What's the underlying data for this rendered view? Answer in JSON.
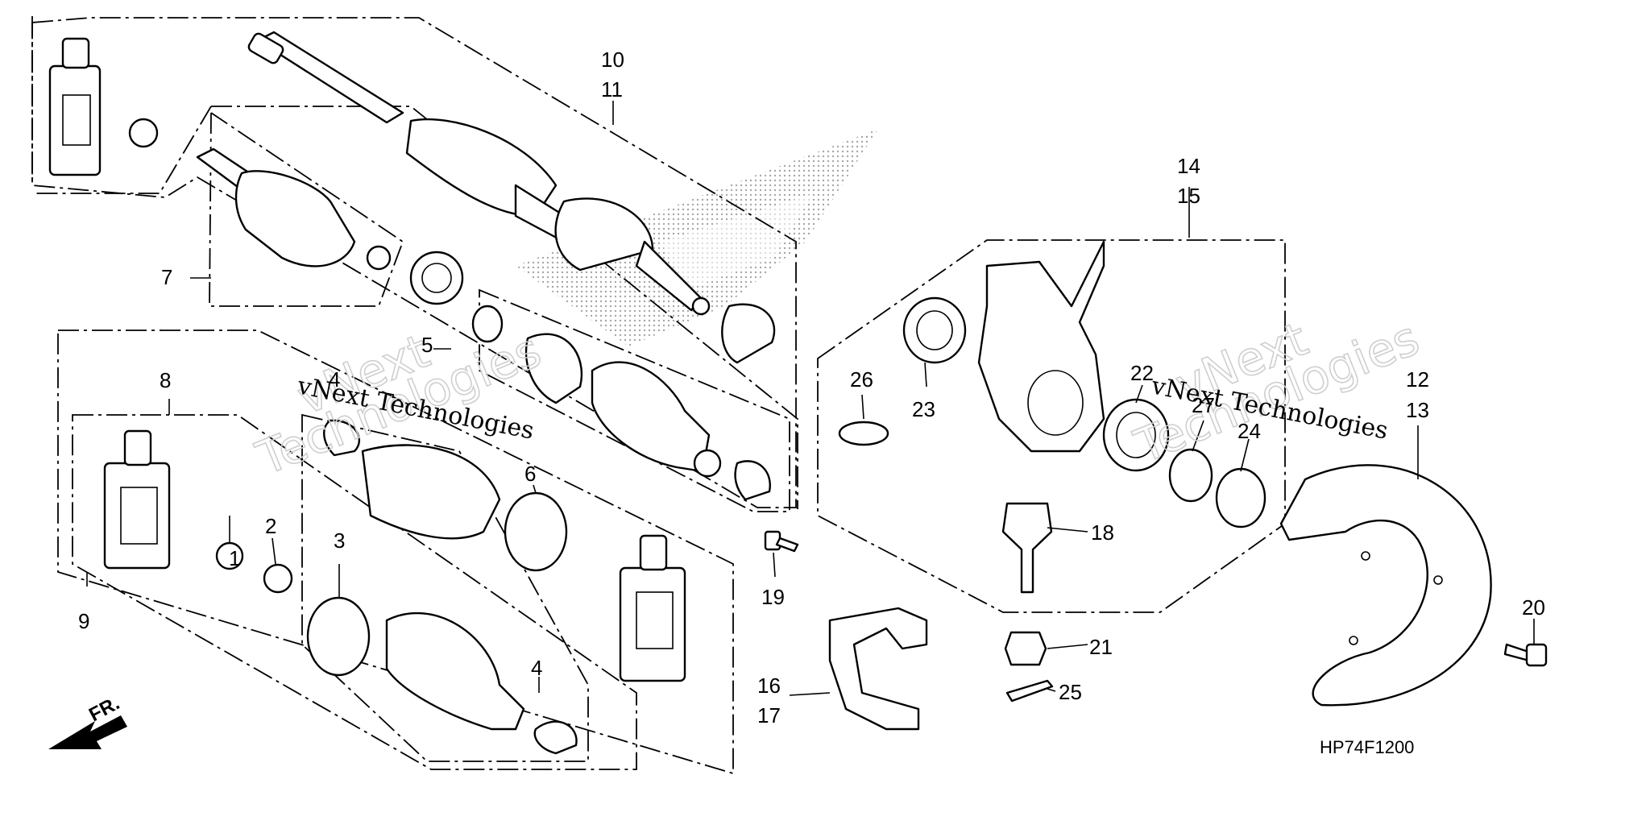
{
  "diagram": {
    "code": "HP74F1200",
    "front_marker": "FR.",
    "watermark": {
      "company": "vNext Technologies",
      "word_top": "vNext",
      "word_bottom": "Technologies"
    },
    "callouts": [
      "1",
      "2",
      "3",
      "4",
      "5",
      "6",
      "7",
      "8",
      "9",
      "10",
      "11",
      "12",
      "13",
      "14",
      "15",
      "16",
      "17",
      "18",
      "19",
      "20",
      "21",
      "22",
      "23",
      "24",
      "25",
      "26",
      "27"
    ]
  }
}
